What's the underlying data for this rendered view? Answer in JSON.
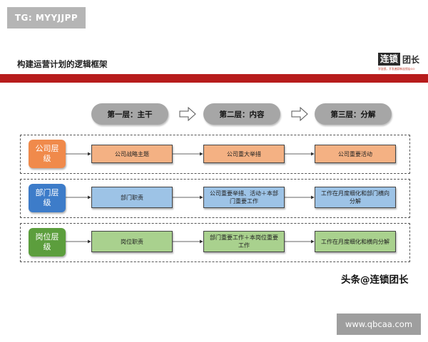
{
  "watermark_tag": "TG: MYYJJPP",
  "slide_title": "构建运营计划的逻辑框架",
  "logo": {
    "main": "连锁",
    "sub": "团长",
    "tagline": "学连锁，开发遍获新连锁店GO"
  },
  "layers": [
    "第一层：主干",
    "第二层：内容",
    "第三层：分解"
  ],
  "rows": [
    {
      "label": "公司层级",
      "color": "#f08a4b",
      "boxes": [
        "公司战略主题",
        "公司重大举措",
        "公司重要活动"
      ],
      "box_fill": "#f4b183"
    },
    {
      "label": "部门层级",
      "color": "#3d7cc9",
      "boxes": [
        "部门职责",
        "公司重要举措、活动＋本部门重要工作",
        "工作在月度细化和部门横向分解"
      ],
      "box_fill": "#9dc3e6"
    },
    {
      "label": "岗位层级",
      "color": "#5c9e3d",
      "boxes": [
        "岗位职责",
        "部门重要工作＋本岗位重要工作",
        "工作在月度细化和横向分解"
      ],
      "box_fill": "#a9d18e"
    }
  ],
  "watermark_cn": "头条@连锁团长",
  "watermark_url": "www.qbcaa.com"
}
